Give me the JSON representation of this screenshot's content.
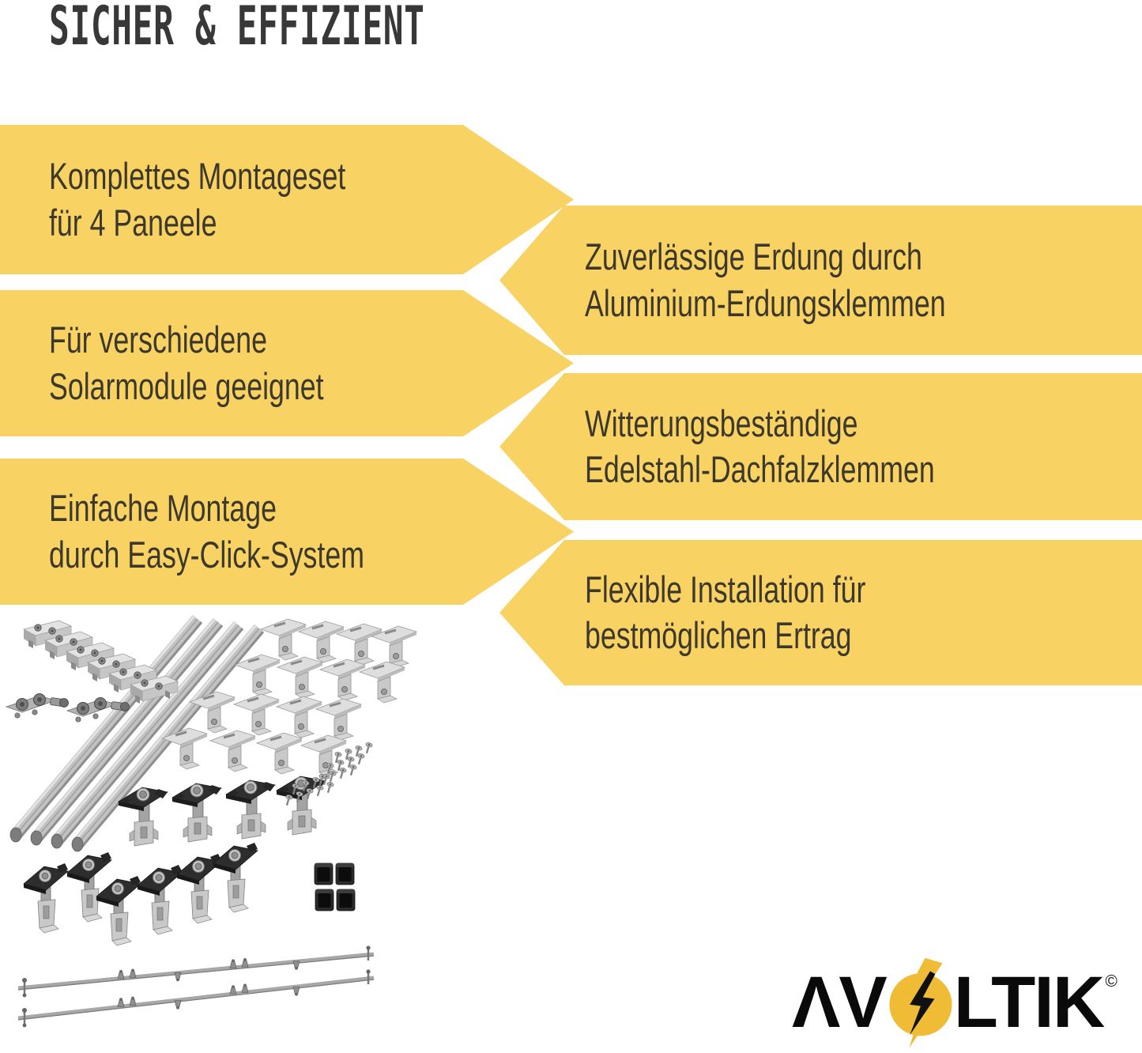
{
  "header": {
    "title": "SICHER & EFFIZIENT"
  },
  "banners_left": [
    {
      "line1": "Komplettes Montageset",
      "line2": "für 4 Paneele"
    },
    {
      "line1": "Für verschiedene",
      "line2": "Solarmodule geeignet"
    },
    {
      "line1": "Einfache Montage",
      "line2": "durch Easy-Click-System"
    }
  ],
  "banners_right": [
    {
      "line1": "Zuverlässige Erdung durch",
      "line2": "Aluminium-Erdungsklemmen"
    },
    {
      "line1": "Witterungsbeständige",
      "line2": "Edelstahl-Dachfalzklemmen"
    },
    {
      "line1": "Flexible Installation für",
      "line2": "bestmöglichen Ertrag"
    }
  ],
  "logo": {
    "brand": "AVOLTIK",
    "av_display": "ΛV",
    "ltik_display": "LTIK",
    "copyright": "©"
  },
  "colors": {
    "banner_yellow": "#F8D263",
    "banner_text": "#3D382C",
    "headline": "#383838",
    "logo_gold": "#F0BC35",
    "logo_black": "#0A0A0A"
  },
  "product_photo": {
    "alt": "Mounting kit components laid out on white: four aluminum profile rails, six rail connectors, two grounding clamps, sixteen sheet-metal roof hooks, four black mid clamps, six black end clamps, small screws, four black end caps and two cross rods"
  }
}
